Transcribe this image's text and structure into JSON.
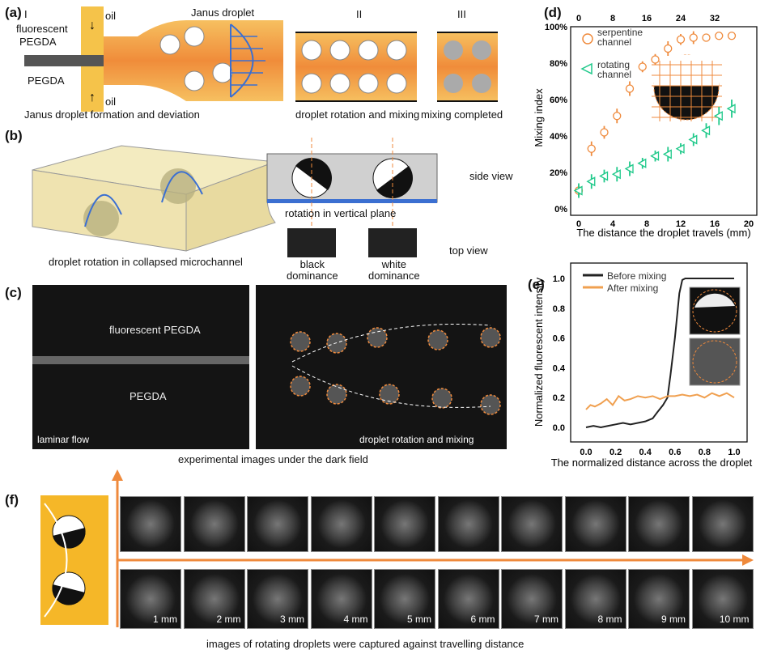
{
  "panels": {
    "a": "(a)",
    "b": "(b)",
    "c": "(c)",
    "d": "(d)",
    "e": "(e)",
    "f": "(f)"
  },
  "a": {
    "stage1": "I",
    "stage2": "II",
    "stage3": "III",
    "fluorescent": "fluorescent",
    "pegda1": "PEGDA",
    "pegda2": "PEGDA",
    "oil_top": "oil",
    "oil_bottom": "oil",
    "janus": "Janus droplet",
    "cap1": "Janus droplet formation and deviation",
    "cap2": "droplet rotation and mixing",
    "cap3": "mixing completed"
  },
  "b": {
    "caption": "droplet rotation in collapsed microchannel",
    "rotation": "rotation in vertical plane",
    "side": "side view",
    "top": "top view",
    "black": "black\ndominance",
    "white": "white\ndominance"
  },
  "c": {
    "fluor": "fluorescent PEGDA",
    "pegda": "PEGDA",
    "laminar": "laminar flow",
    "rot": "droplet rotation and mixing",
    "caption": "experimental images under the dark field"
  },
  "f": {
    "distances": [
      "1 mm",
      "2 mm",
      "3 mm",
      "4 mm",
      "5 mm",
      "6 mm",
      "7 mm",
      "8 mm",
      "9 mm",
      "10 mm"
    ],
    "caption": "images of rotating droplets were captured against travelling distance"
  },
  "colors": {
    "orange": "#ef8a3c",
    "green": "#1fc98a",
    "blue": "#3b6fd1"
  },
  "chart_data": [
    {
      "type": "scatter",
      "panel": "d",
      "xlabel": "The distance the droplet travels (mm)",
      "ylabel": "Mixing index",
      "xlim": [
        0,
        20
      ],
      "ylim": [
        0,
        100
      ],
      "xticks": [
        "0",
        "4",
        "8",
        "12",
        "16",
        "20"
      ],
      "yticks": [
        "0%",
        "20%",
        "40%",
        "60%",
        "80%",
        "100%"
      ],
      "top_xticks": [
        "0",
        "8",
        "16",
        "24",
        "32"
      ],
      "legend": [
        "serpentine\nchannel",
        "rotating\nchannel"
      ],
      "legend_position": "top-left",
      "series": [
        {
          "name": "serpentine channel",
          "marker": "circle",
          "x": [
            0,
            1.5,
            3,
            4.5,
            6,
            7.5,
            9,
            10.5,
            12,
            13.5,
            15,
            16.5,
            18
          ],
          "y": [
            10,
            33,
            42,
            51,
            66,
            78,
            82,
            88,
            93,
            94,
            94,
            95,
            95
          ],
          "err": [
            3,
            4,
            3.5,
            4,
            4,
            3,
            3,
            4,
            3,
            3.5,
            2,
            1,
            1
          ]
        },
        {
          "name": "rotating channel",
          "marker": "triangle-left",
          "x": [
            0,
            1.5,
            3,
            4.5,
            6,
            7.5,
            9,
            10.5,
            12,
            13.5,
            15,
            16.5,
            18
          ],
          "y": [
            10,
            15,
            18,
            19,
            22,
            25,
            29,
            30,
            33,
            38,
            43,
            51,
            55
          ],
          "err": [
            4,
            4,
            3.5,
            4,
            4,
            3,
            3,
            4,
            3,
            3.5,
            4,
            5,
            5
          ]
        }
      ]
    },
    {
      "type": "line",
      "panel": "e",
      "xlabel": "The normalized distance across the droplet",
      "ylabel": "Normalized fluorescent intensity",
      "xlim": [
        -0.1,
        1.1
      ],
      "ylim": [
        -0.1,
        1.1
      ],
      "xticks": [
        "0.0",
        "0.2",
        "0.4",
        "0.6",
        "0.8",
        "1.0"
      ],
      "yticks": [
        "0.0",
        "0.2",
        "0.4",
        "0.6",
        "0.8",
        "1.0"
      ],
      "legend_position": "top-left",
      "series": [
        {
          "name": "Before mixing",
          "color": "#222222",
          "x": [
            0,
            0.05,
            0.1,
            0.15,
            0.2,
            0.25,
            0.3,
            0.35,
            0.4,
            0.45,
            0.48,
            0.52,
            0.55,
            0.57,
            0.6,
            0.63,
            0.65,
            0.67,
            0.7,
            0.8,
            0.9,
            1.0
          ],
          "y": [
            0,
            0.01,
            0,
            0.01,
            0.02,
            0.03,
            0.02,
            0.03,
            0.04,
            0.06,
            0.1,
            0.15,
            0.2,
            0.35,
            0.6,
            0.9,
            0.99,
            1,
            1,
            1,
            1,
            1
          ]
        },
        {
          "name": "After mixing",
          "color": "#f0a050",
          "x": [
            0,
            0.03,
            0.06,
            0.1,
            0.14,
            0.18,
            0.22,
            0.26,
            0.3,
            0.35,
            0.4,
            0.45,
            0.5,
            0.55,
            0.6,
            0.65,
            0.7,
            0.75,
            0.8,
            0.85,
            0.9,
            0.95,
            1.0
          ],
          "y": [
            0.12,
            0.15,
            0.14,
            0.16,
            0.19,
            0.15,
            0.21,
            0.18,
            0.19,
            0.21,
            0.2,
            0.21,
            0.19,
            0.21,
            0.21,
            0.22,
            0.21,
            0.22,
            0.2,
            0.23,
            0.21,
            0.23,
            0.2
          ]
        }
      ]
    }
  ]
}
